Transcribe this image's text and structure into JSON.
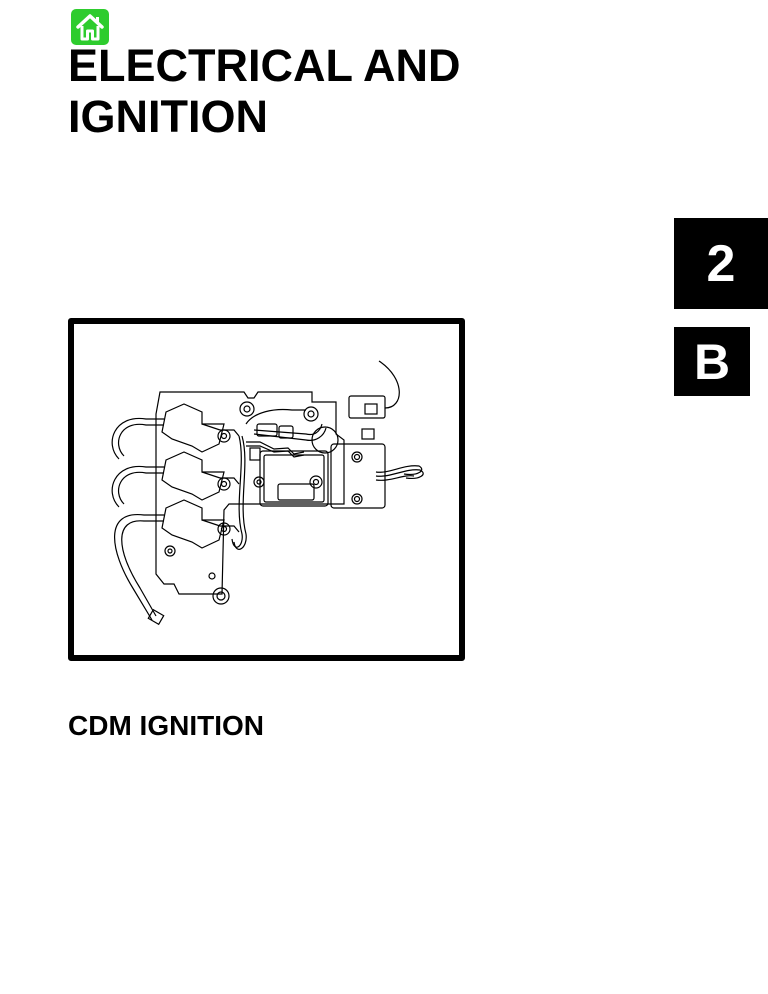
{
  "nav": {
    "home_icon": "home-icon",
    "home_color": "#2ecc2e"
  },
  "page": {
    "title_line1": "ELECTRICAL AND",
    "title_line2": "IGNITION",
    "section_number": "2",
    "section_letter": "B",
    "figure_description": "CDM ignition module assembly line drawing: three ignition coils mounted on plate with wiring harness, CDM module and connector",
    "caption": "CDM IGNITION"
  }
}
